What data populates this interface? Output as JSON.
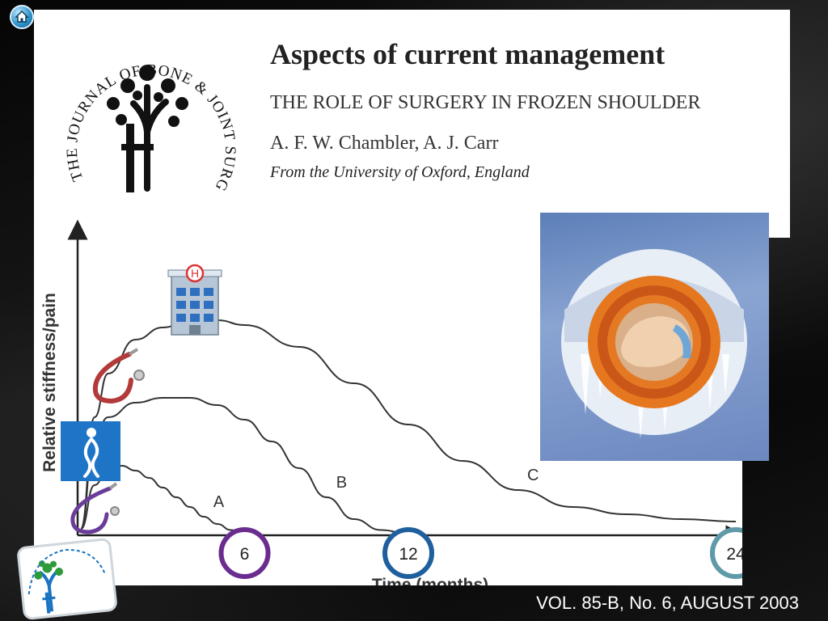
{
  "header": {
    "title": "Aspects of current management",
    "subtitle": "THE ROLE OF SURGERY IN FROZEN SHOULDER",
    "authors": "A. F. W. Chambler, A. J. Carr",
    "affiliation": "From the University of Oxford, England"
  },
  "journal_logo": {
    "text": "THE JOURNAL OF BONE & JOINT SURGERY (Br)"
  },
  "footer": {
    "citation": "VOL. 85-B, No. 6, AUGUST 2003"
  },
  "colors": {
    "slide_background": "#ffffff",
    "page_background": "#0b0b0b",
    "curve": "#333333",
    "marker_6": "#6a2d8f",
    "marker_12": "#1f5f9e",
    "marker_24": "#5f9aa8",
    "person_icon_bg": "#1e74c6"
  },
  "icons": [
    "home-icon",
    "hospital-building-icon",
    "stethoscope-icon",
    "person-figure-icon",
    "frozen-shoulder-photo",
    "journal-logo-badge"
  ],
  "chart_data": {
    "type": "line",
    "ylabel": "Relative stiffness/pain",
    "xlabel": "Time (months)",
    "xlim": [
      0,
      24
    ],
    "ylim": [
      0,
      1
    ],
    "x_markers": [
      "6",
      "12",
      "24"
    ],
    "x_marker_values": [
      6,
      12,
      24
    ],
    "series": [
      {
        "name": "A",
        "x": [
          0,
          0.5,
          1,
          1.5,
          2,
          2.5,
          3,
          3.5,
          4,
          4.5,
          5,
          5.5,
          6
        ],
        "y": [
          0.02,
          0.2,
          0.27,
          0.28,
          0.26,
          0.23,
          0.19,
          0.15,
          0.11,
          0.07,
          0.04,
          0.015,
          0.0
        ]
      },
      {
        "name": "B",
        "x": [
          0,
          0.5,
          1,
          2,
          3,
          4,
          5,
          6,
          7,
          8,
          9,
          10,
          11,
          12
        ],
        "y": [
          0.02,
          0.4,
          0.48,
          0.54,
          0.56,
          0.56,
          0.53,
          0.47,
          0.38,
          0.27,
          0.15,
          0.06,
          0.015,
          0.0
        ]
      },
      {
        "name": "C",
        "x": [
          0,
          0.5,
          1,
          2,
          3,
          4,
          5,
          6,
          8,
          10,
          12,
          14,
          16,
          18,
          20,
          22,
          24
        ],
        "y": [
          0.02,
          0.48,
          0.66,
          0.8,
          0.85,
          0.88,
          0.88,
          0.86,
          0.77,
          0.62,
          0.45,
          0.3,
          0.18,
          0.11,
          0.08,
          0.06,
          0.05
        ]
      }
    ]
  }
}
